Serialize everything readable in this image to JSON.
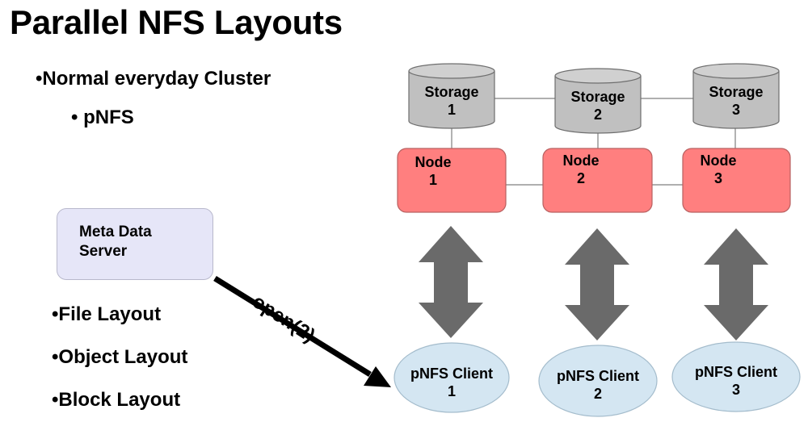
{
  "slide": {
    "title": "Parallel NFS Layouts",
    "bullets": [
      "•Normal everyday Cluster",
      "• pNFS"
    ],
    "layouts": [
      "•File Layout",
      "•Object Layout",
      "•Block Layout"
    ]
  },
  "metadata_server": {
    "label": "Meta Data Server"
  },
  "open_call": {
    "label": "open(2)"
  },
  "storage": [
    {
      "label": "Storage",
      "num": "1"
    },
    {
      "label": "Storage",
      "num": "2"
    },
    {
      "label": "Storage",
      "num": "3"
    }
  ],
  "nodes": [
    {
      "label": "Node",
      "num": "1"
    },
    {
      "label": "Node",
      "num": "2"
    },
    {
      "label": "Node",
      "num": "3"
    }
  ],
  "clients": [
    {
      "label": "pNFS Client",
      "num": "1"
    },
    {
      "label": "pNFS Client",
      "num": "2"
    },
    {
      "label": "pNFS Client",
      "num": "3"
    }
  ],
  "colors": {
    "storage_fill": "#c0c0c0",
    "storage_stroke": "#6e6e6e",
    "node_fill": "#ff7f7f",
    "node_stroke": "#b86060",
    "client_fill": "#d4e6f2",
    "client_stroke": "#a4bccc",
    "mds_fill": "#e6e6f8",
    "arrow_fill": "#6a6a6a",
    "line": "#7f7f7f"
  }
}
